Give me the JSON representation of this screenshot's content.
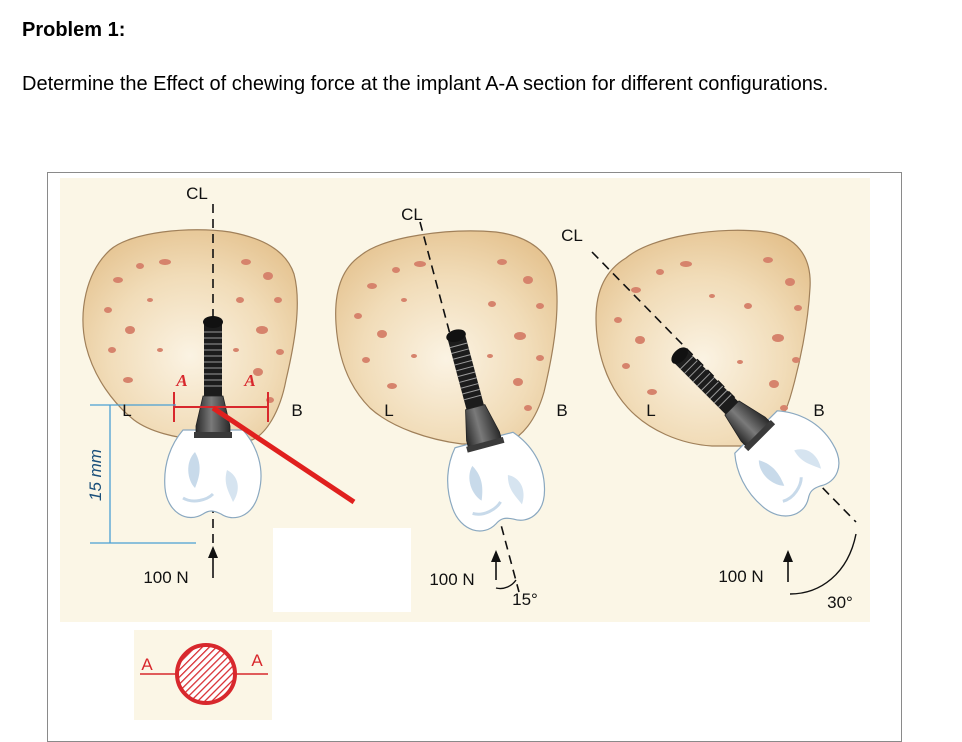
{
  "problem": {
    "heading": "Problem 1:",
    "text": "Determine the Effect of chewing force at the implant A-A section for different configurations."
  },
  "figure": {
    "panels": [
      {
        "cl": "CL",
        "l": "L",
        "b": "B",
        "force": "100 N",
        "angle": ""
      },
      {
        "cl": "CL",
        "l": "L",
        "b": "B",
        "force": "100 N",
        "angle": "15°"
      },
      {
        "cl": "CL",
        "l": "L",
        "b": "B",
        "force": "100 N",
        "angle": "30°"
      }
    ],
    "section_label_left": "A",
    "section_label_right": "A",
    "dimension": "15 mm",
    "section_detail": {
      "left": "A",
      "right": "A"
    },
    "colors": {
      "bone": "#e7c694",
      "pore": "#d6836c",
      "accent": "#d8282d",
      "dimension": "#4a9fd3",
      "panel_bg": "#fbf6e6"
    }
  }
}
